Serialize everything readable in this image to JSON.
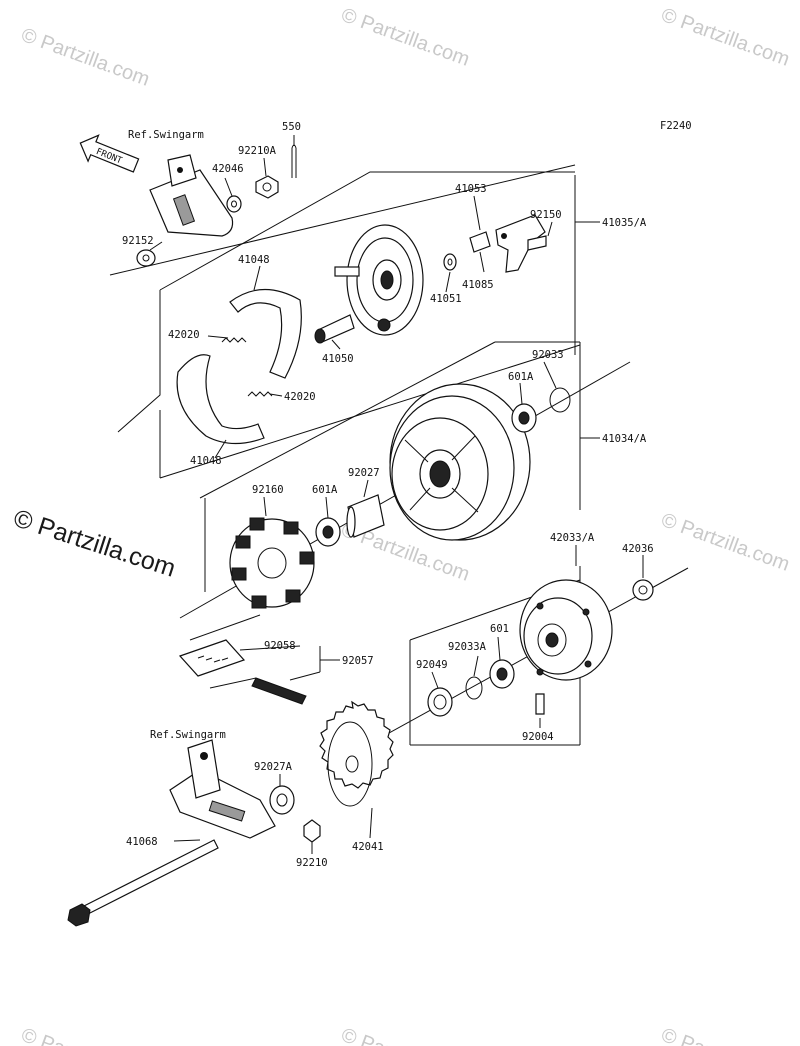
{
  "figure_code": "F2240",
  "front_label": "FRONT",
  "ref_labels": [
    "Ref.Swingarm",
    "Ref.Swingarm"
  ],
  "parts": {
    "p550": "550",
    "p92210A": "92210A",
    "p42046": "42046",
    "p92152": "92152",
    "p41053": "41053",
    "p92150": "92150",
    "p41035A": "41035/A",
    "p41048a": "41048",
    "p41048b": "41048",
    "p42020a": "42020",
    "p42020b": "42020",
    "p41050": "41050",
    "p41051": "41051",
    "p41085": "41085",
    "p92033": "92033",
    "p601Aa": "601A",
    "p41034A": "41034/A",
    "p92160": "92160",
    "p601Ab": "601A",
    "p92027": "92027",
    "p42033A": "42033/A",
    "p42036": "42036",
    "p92058": "92058",
    "p92057": "92057",
    "p92033A": "92033A",
    "p601": "601",
    "p92049": "92049",
    "p92004": "92004",
    "p92027A": "92027A",
    "p41068": "41068",
    "p42041": "42041",
    "p92210": "92210"
  },
  "watermark": "© Partzilla.com"
}
